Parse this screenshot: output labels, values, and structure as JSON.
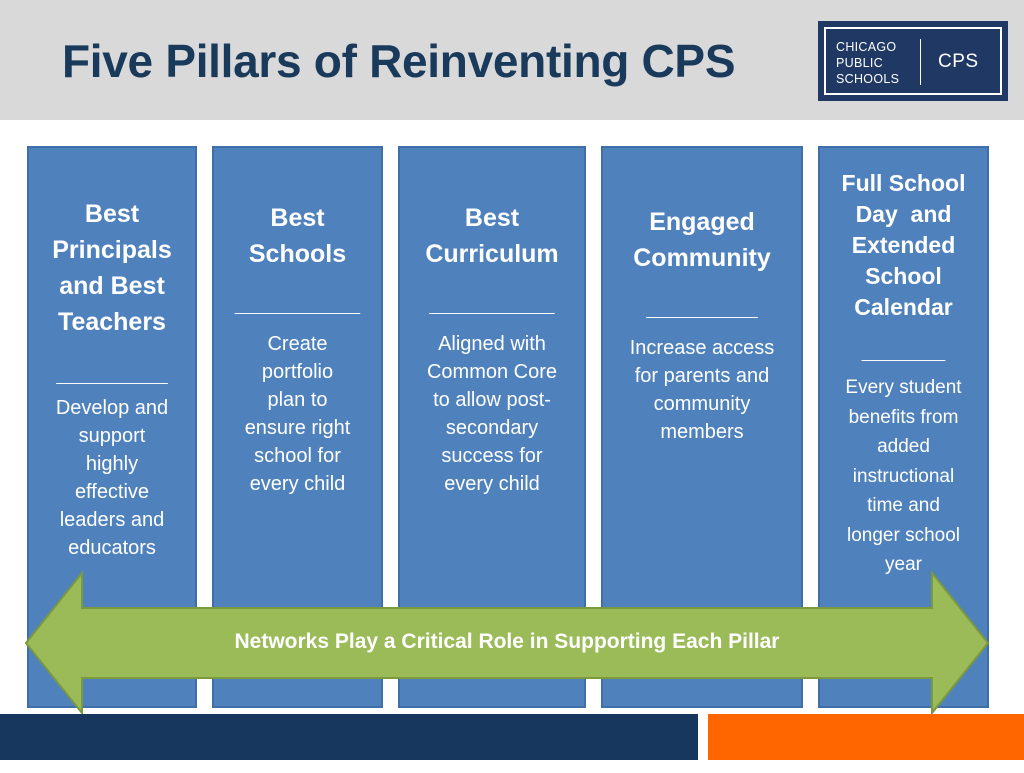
{
  "title": "Five Pillars of Reinventing CPS",
  "logo": {
    "line1": "CHICAGO",
    "line2": "PUBLIC",
    "line3": "SCHOOLS",
    "abbr": "CPS"
  },
  "pillars": [
    {
      "heading": [
        "Best",
        "Principals",
        "and Best",
        "Teachers"
      ],
      "rule": "________",
      "body": [
        "Develop and",
        "support",
        "highly",
        "effective",
        "leaders and",
        "educators"
      ]
    },
    {
      "heading": [
        "Best",
        "Schools"
      ],
      "rule": "_________",
      "body": [
        "Create",
        "portfolio",
        "plan to",
        "ensure right",
        "school for",
        "every child"
      ]
    },
    {
      "heading": [
        "Best",
        "Curriculum"
      ],
      "rule": "_________",
      "body": [
        "Aligned with",
        "Common Core",
        "to allow post-",
        "secondary",
        "success for",
        "every child"
      ]
    },
    {
      "heading": [
        "Engaged",
        "Community"
      ],
      "rule": "________",
      "body": [
        "Increase access",
        "for parents and",
        "community",
        "members"
      ]
    },
    {
      "heading": [
        "Full School",
        "Day  and",
        "Extended",
        "School",
        "Calendar"
      ],
      "rule": "______",
      "body": [
        "Every student",
        "benefits from",
        "added",
        "instructional",
        "time and",
        "longer school",
        "year"
      ]
    }
  ],
  "arrow_label": "Networks Play a Critical Role in Supporting Each Pillar",
  "colors": {
    "pillar": "#4f81bd",
    "arrow": "#9bbb59",
    "title": "#1a3a5c",
    "footer_blue": "#17375e",
    "footer_orange": "#ff6600"
  }
}
